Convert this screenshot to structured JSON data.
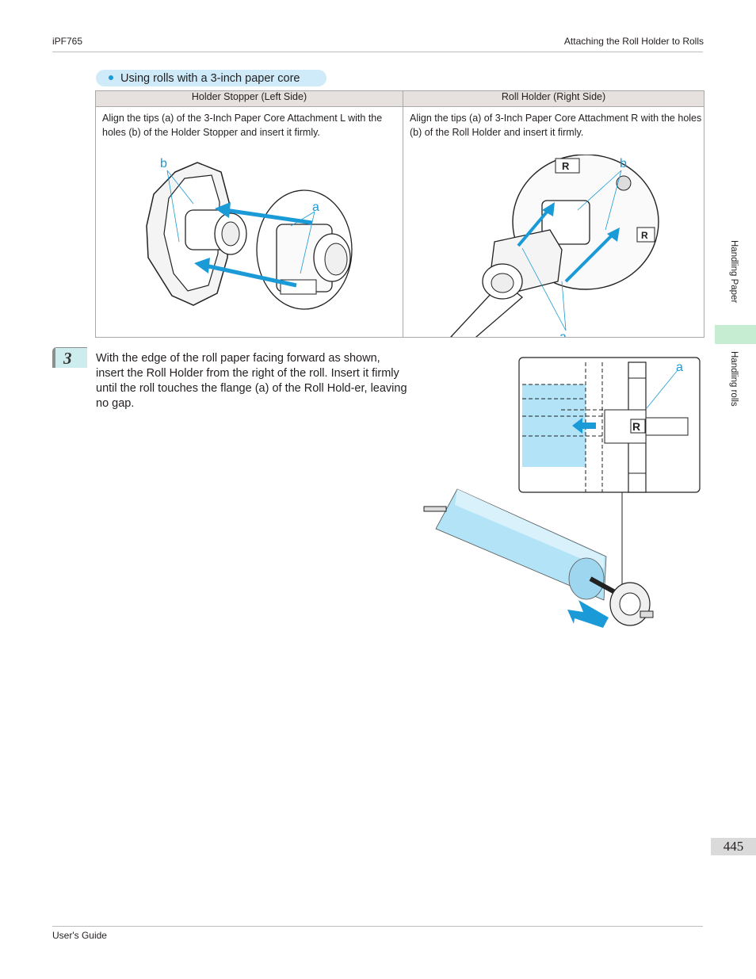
{
  "header": {
    "product": "iPF765",
    "section": "Attaching the Roll Holder to Rolls"
  },
  "subheading": "Using rolls with a 3-inch paper core",
  "table": {
    "headers": [
      "Holder Stopper (Left Side)",
      "Roll Holder (Right Side)"
    ],
    "cells": [
      "Align the tips (a) of the 3-Inch Paper Core Attachment L with the holes (b) of the Holder Stopper and insert it firmly.",
      "Align the tips (a) of 3-Inch Paper Core Attachment R with the holes (b) of the Roll Holder and insert it firmly."
    ]
  },
  "figure_labels": {
    "a": "a",
    "b": "b",
    "r": "R"
  },
  "step": {
    "number": "3",
    "text": "With the edge of the roll paper facing forward as shown, insert the Roll Holder from the right of the roll. Insert it firmly until the roll touches the flange (a) of the Roll Hold-er, leaving no gap."
  },
  "sidebar": {
    "chapter": "Handling Paper",
    "section": "Handling rolls"
  },
  "page_number": "445",
  "footer": "User's Guide",
  "colors": {
    "accent": "#1a9ad6",
    "paper": "#b3e3f6",
    "pill": "#cfeaf8",
    "tab": "#c6ecd1"
  }
}
